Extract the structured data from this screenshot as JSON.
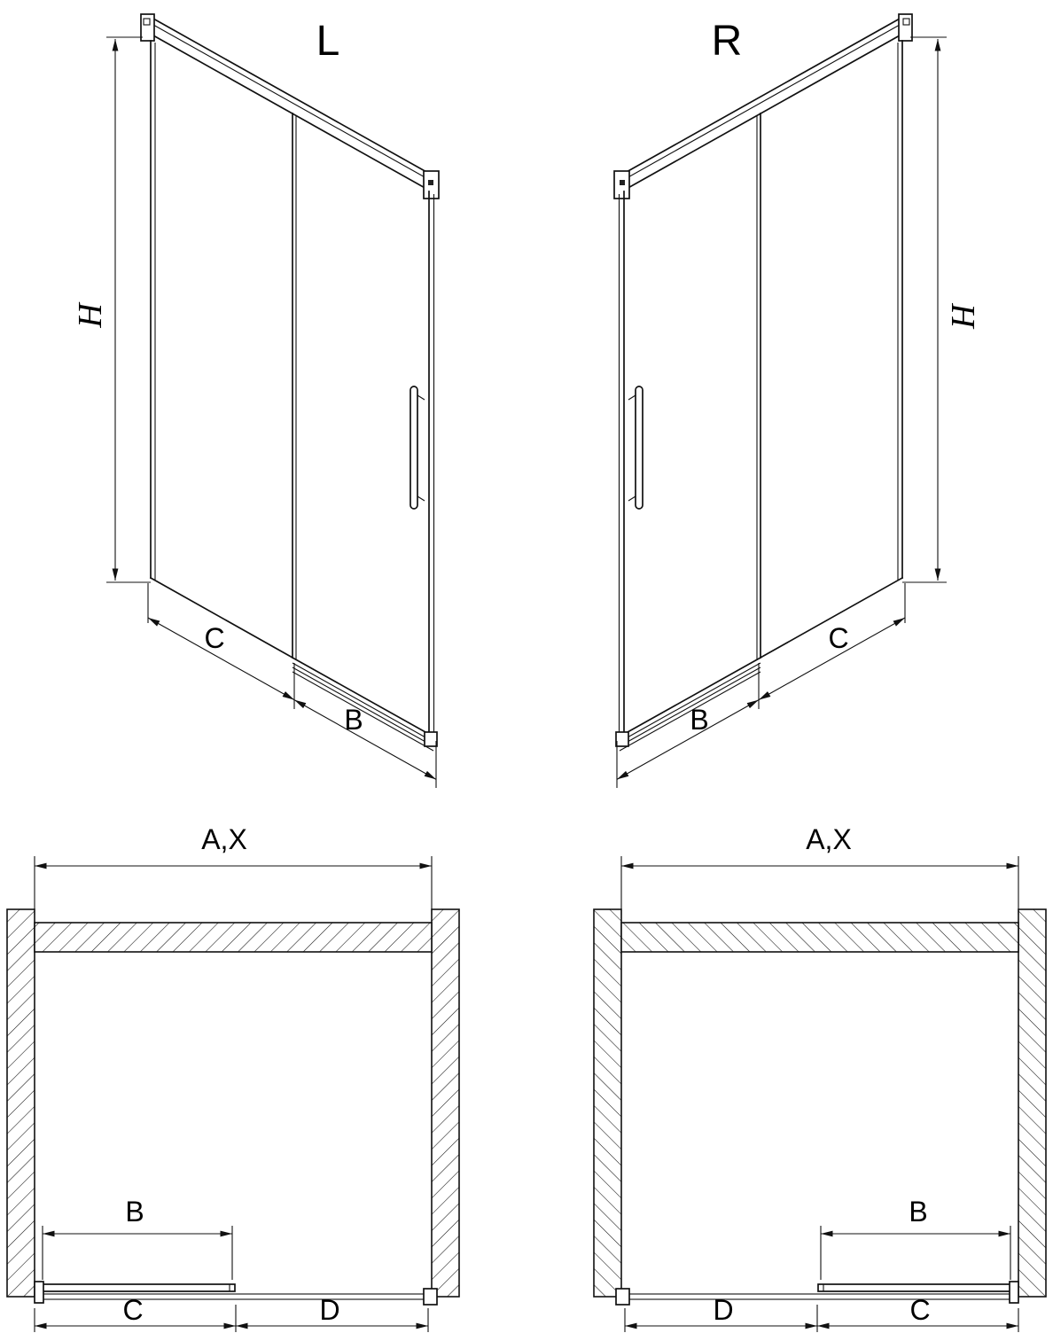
{
  "views": {
    "iso_left": {
      "label": "L",
      "dims": {
        "h": "H",
        "c": "C",
        "b": "B"
      }
    },
    "iso_right": {
      "label": "R",
      "dims": {
        "h": "H",
        "c": "C",
        "b": "B"
      }
    },
    "plan_left": {
      "dims": {
        "ax": "A,X",
        "b": "B",
        "c": "C",
        "d": "D"
      }
    },
    "plan_right": {
      "dims": {
        "ax": "A,X",
        "b": "B",
        "c": "C",
        "d": "D"
      }
    }
  }
}
